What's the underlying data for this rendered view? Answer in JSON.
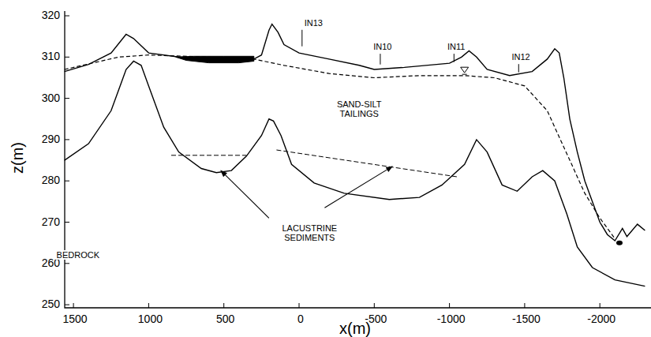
{
  "diagram": {
    "labels": [
      "320",
      "310",
      "300",
      "290",
      "280",
      "270",
      "260",
      "250",
      "z(m)",
      "1500",
      "1000",
      "500",
      "0",
      "-500",
      "-1000",
      "-1500",
      "-2000",
      "x(m)",
      "IN13",
      "IN10",
      "IN11",
      "IN12",
      "SAND-SILT TAILINGS",
      "LACUSTRINE SEDIMENTS",
      "BEDROCK"
    ]
  }
}
